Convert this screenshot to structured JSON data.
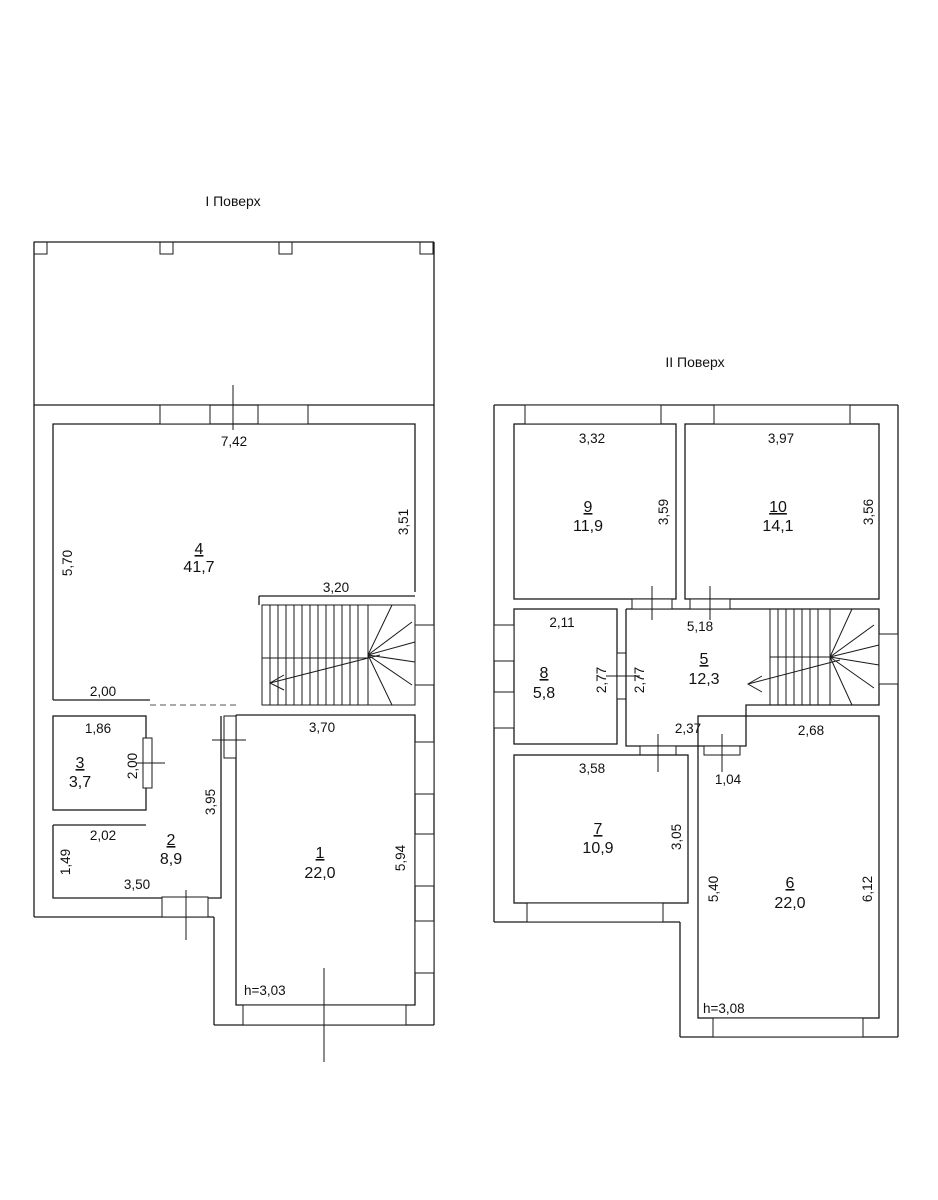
{
  "floors": [
    {
      "title": "I  Поверх",
      "height": "h=3,03",
      "rooms": [
        {
          "num": "1",
          "area": "22,0"
        },
        {
          "num": "2",
          "area": "8,9"
        },
        {
          "num": "3",
          "area": "3,7"
        },
        {
          "num": "4",
          "area": "41,7"
        }
      ],
      "dims": [
        "7,42",
        "3,51",
        "5,70",
        "3,20",
        "2,00",
        "1,86",
        "2,00",
        "3,70",
        "3,95",
        "2,02",
        "1,49",
        "3,50",
        "5,94"
      ]
    },
    {
      "title": "II  Поверх",
      "height": "h=3,08",
      "rooms": [
        {
          "num": "5",
          "area": "12,3"
        },
        {
          "num": "6",
          "area": "22,0"
        },
        {
          "num": "7",
          "area": "10,9"
        },
        {
          "num": "8",
          "area": "5,8"
        },
        {
          "num": "9",
          "area": "11,9"
        },
        {
          "num": "10",
          "area": "14,1"
        }
      ],
      "dims": [
        "3,32",
        "3,59",
        "3,97",
        "3,56",
        "2,11",
        "5,18",
        "2,77",
        "2,77",
        "2,37",
        "2,68",
        "3,58",
        "1,04",
        "3,05",
        "5,40",
        "6,12"
      ]
    }
  ]
}
